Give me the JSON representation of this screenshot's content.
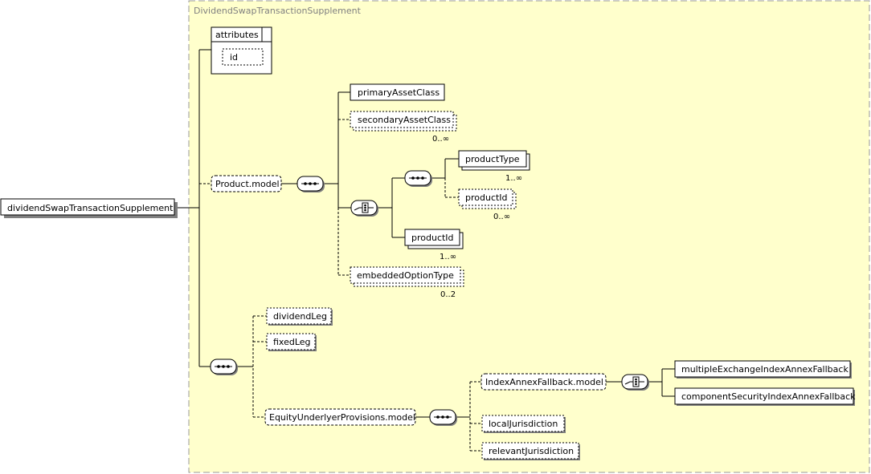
{
  "diagram": {
    "container_title": "DividendSwapTransactionSupplement",
    "root": {
      "label": "dividendSwapTransactionSupplement"
    },
    "attributes": {
      "title": "attributes",
      "items": [
        "id"
      ]
    },
    "nodes": {
      "product_model": "Product.model",
      "primary_asset_class": "primaryAssetClass",
      "secondary_asset_class": "secondaryAssetClass",
      "secondary_asset_class_occ": "0..∞",
      "product_type": "productType",
      "product_type_occ": "1..∞",
      "product_id_a": "productId",
      "product_id_a_occ": "0..∞",
      "product_id_b": "productId",
      "product_id_b_occ": "1..∞",
      "embedded_option_type": "embeddedOptionType",
      "embedded_option_type_occ": "0..2",
      "dividend_leg": "dividendLeg",
      "fixed_leg": "fixedLeg",
      "equity_underlyer_provisions_model": "EquityUnderlyerProvisions.model",
      "index_annex_fallback_model": "IndexAnnexFallback.model",
      "multiple_exchange_index_annex_fallback": "multipleExchangeIndexAnnexFallback",
      "component_security_index_annex_fallback": "componentSecurityIndexAnnexFallback",
      "local_jurisdiction": "localJurisdiction",
      "relevant_jurisdiction": "relevantJurisdiction"
    },
    "colors": {
      "container_fill": "#ffffcc",
      "container_border": "#999999",
      "node_fill": "#ffffff",
      "line": "#000000"
    }
  }
}
